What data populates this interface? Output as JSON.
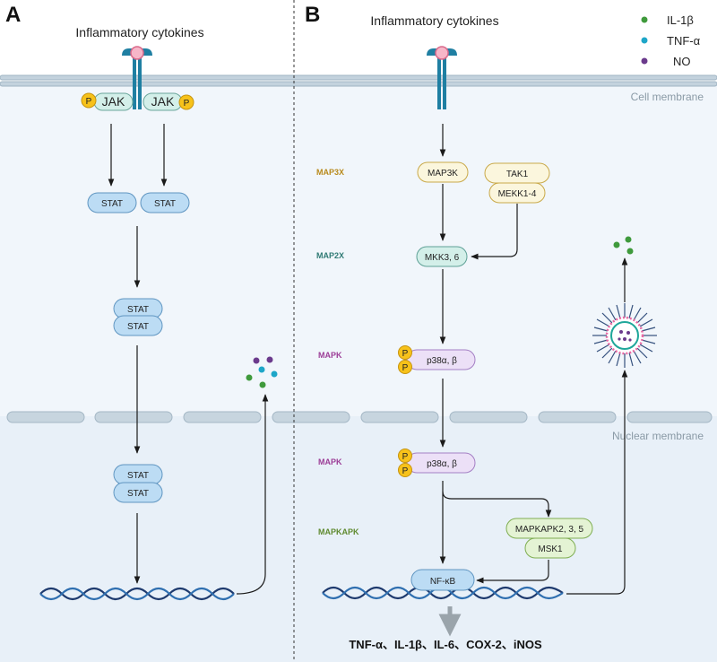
{
  "panels": {
    "a": "A",
    "b": "B"
  },
  "titles": {
    "a": "Inflammatory cytokines",
    "b": "Inflammatory cytokines"
  },
  "membranes": {
    "cell": "Cell membrane",
    "nuclear": "Nuclear membrane"
  },
  "legend": [
    {
      "label": "IL-1β",
      "color": "#3f9a3c"
    },
    {
      "label": "TNF-α",
      "color": "#1ea6c8"
    },
    {
      "label": "NO",
      "color": "#6b3a8c"
    }
  ],
  "phospho": "P",
  "panel_a": {
    "jak_left": "JAK",
    "jak_right": "JAK",
    "stat_left": "STAT",
    "stat_right": "STAT",
    "stat_dimer_top": "STAT",
    "stat_dimer_bottom": "STAT",
    "stat_nuc_top": "STAT",
    "stat_nuc_bottom": "STAT"
  },
  "panel_b": {
    "levels": {
      "map3x": "MAP3X",
      "map2x": "MAP2X",
      "mapk1": "MAPK",
      "mapk2": "MAPK",
      "mapkapk": "MAPKAPK"
    },
    "map3k": "MAP3K",
    "tak1": "TAK1",
    "mekk": "MEKK1-4",
    "mkk": "MKK3, 6",
    "p38_top": "p38α, β",
    "p38_bottom": "p38α, β",
    "mapkapk_box": "MAPKAPK2, 3, 5",
    "msk1": "MSK1",
    "nfkb": "NF-κB"
  },
  "output": "TNF-α、IL-1β、IL-6、COX-2、iNOS",
  "colors": {
    "cytoplasm": "#f1f6fb",
    "nucleus": "#e8f0f8",
    "membrane": "#b9cbd8",
    "stat": "#bcdcf4",
    "cream": "#fbf6dd",
    "teal": "#d3efe9",
    "lavender": "#ece0f7",
    "green": "#e4f3d4",
    "phospho": "#f7c21a",
    "level_yellow": "#b88a1c",
    "level_teal": "#2f7a74",
    "level_purple": "#9c3d97",
    "level_green": "#5f8a2f"
  }
}
